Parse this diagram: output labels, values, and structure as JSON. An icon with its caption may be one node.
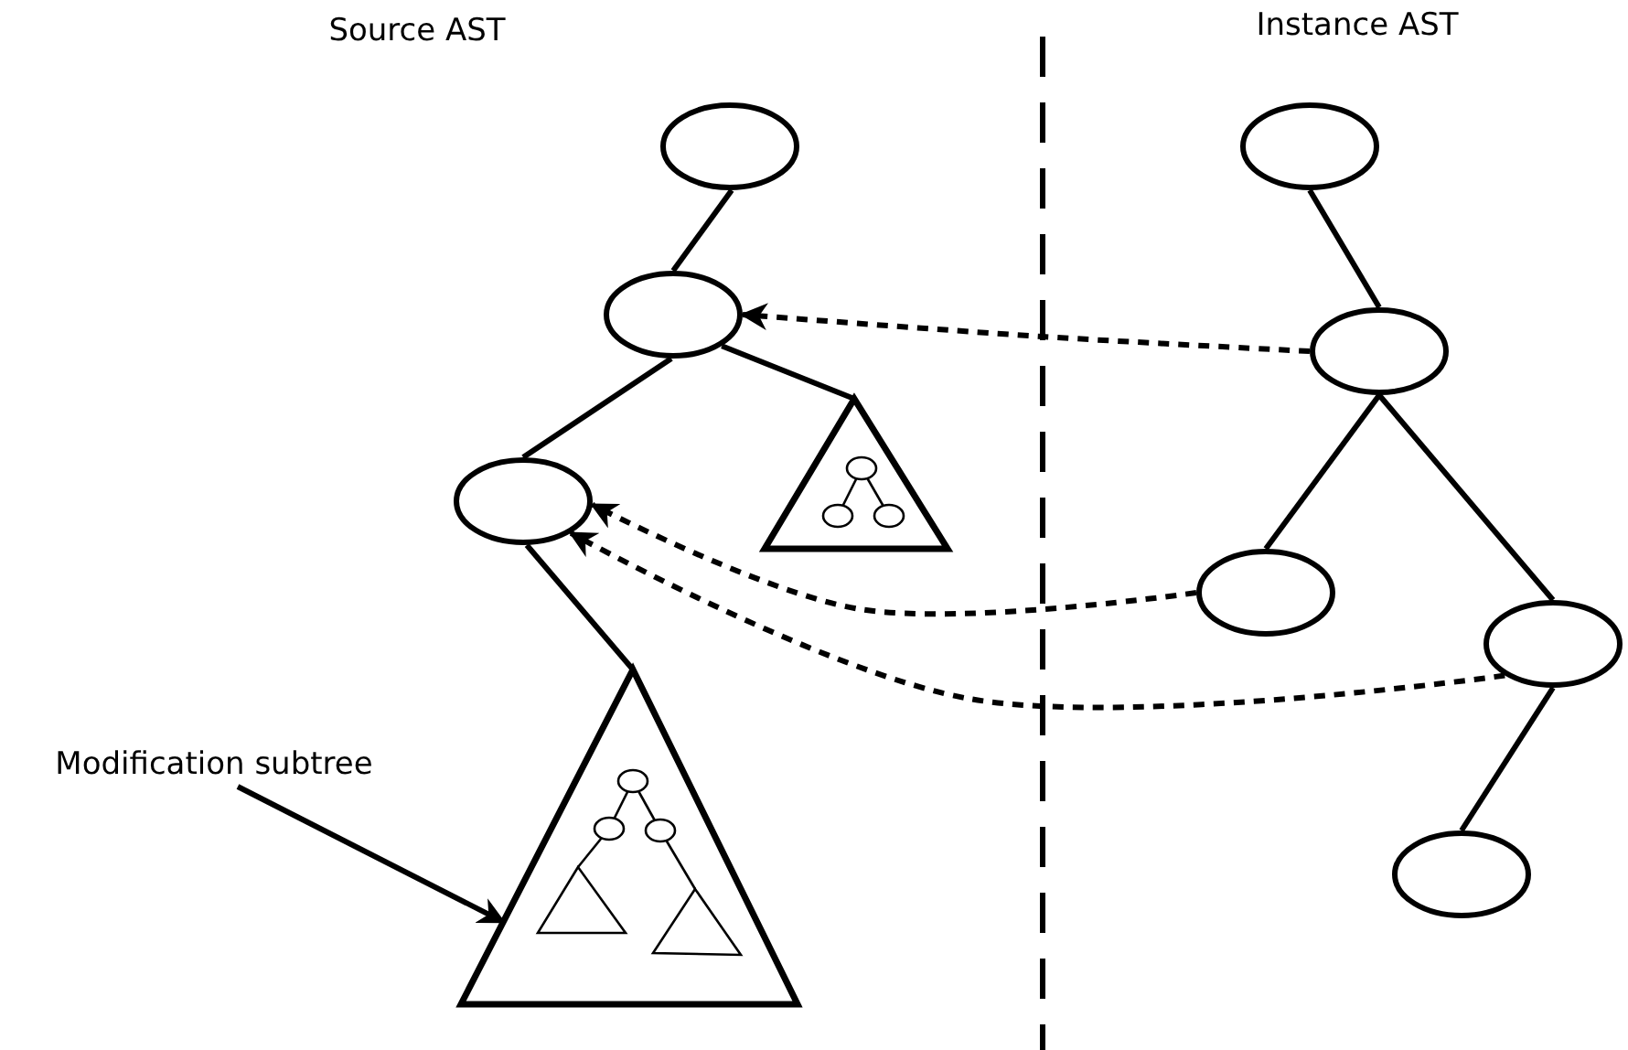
{
  "diagram": {
    "nodes": [
      {
        "text": [],
        "shape": "ellipse"
      },
      {
        "text": [],
        "shape": "ellipse"
      },
      {
        "text": [],
        "shape": "ellipse"
      },
      {
        "text": [],
        "shape": "triangle"
      },
      {
        "text": [],
        "shape": "triangle"
      },
      {
        "text": [],
        "shape": "ellipse"
      },
      {
        "text": [],
        "shape": "ellipse"
      },
      {
        "text": [],
        "shape": "ellipse"
      },
      {
        "text": [],
        "shape": "ellipse"
      },
      {
        "text": [],
        "shape": "ellipse"
      },
      {
        "text": [
          "Modification subtree"
        ]
      }
    ],
    "edges": [
      {
        "from": 0,
        "to": 1,
        "arrow": "none"
      },
      {
        "from": 1,
        "to": 2,
        "arrow": "none"
      },
      {
        "from": 1,
        "to": 3,
        "arrow": "none"
      },
      {
        "from": 2,
        "to": 4,
        "arrow": "none"
      },
      {
        "from": 5,
        "to": 6,
        "arrow": "none"
      },
      {
        "from": 6,
        "to": 7,
        "arrow": "none"
      },
      {
        "from": 6,
        "to": 8,
        "arrow": "none"
      },
      {
        "from": 8,
        "to": 9,
        "arrow": "none"
      },
      {
        "from": 6,
        "to": 1,
        "arrow": "to",
        "style": "dashed"
      },
      {
        "from": 7,
        "to": 2,
        "arrow": "to",
        "style": "dashed"
      },
      {
        "from": 8,
        "to": 2,
        "arrow": "to",
        "style": "dashed"
      },
      {
        "from": 10,
        "to": 4,
        "arrow": "to"
      }
    ],
    "labels": [
      "Source AST",
      "Instance AST"
    ]
  }
}
